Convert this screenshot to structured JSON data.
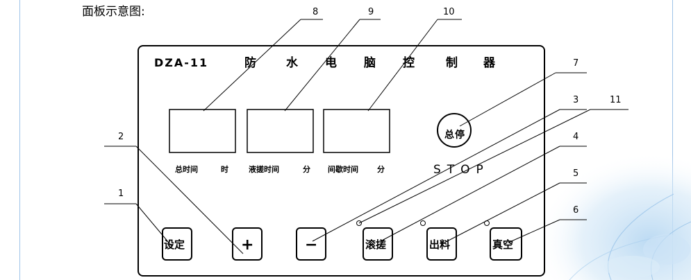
{
  "caption": "面板示意图:",
  "panel": {
    "model": "DZA-11",
    "title_chars": [
      "防",
      "水",
      "电",
      "脑",
      "控",
      "制",
      "器"
    ],
    "stop_button": {
      "line1": "总",
      "line2": "停"
    },
    "stop_label": "STOP",
    "display_labels": [
      {
        "text": "总时间",
        "unit": "时"
      },
      {
        "text": "液搓时间",
        "unit": "分"
      },
      {
        "text": "间歇时间",
        "unit": "分"
      }
    ],
    "buttons": {
      "set": "设定",
      "plus": "+",
      "minus": "−",
      "tumble": "滚搓",
      "discharge": "出料",
      "vacuum": "真空"
    }
  },
  "callouts": [
    "1",
    "2",
    "3",
    "4",
    "5",
    "6",
    "7",
    "8",
    "9",
    "10",
    "11"
  ]
}
